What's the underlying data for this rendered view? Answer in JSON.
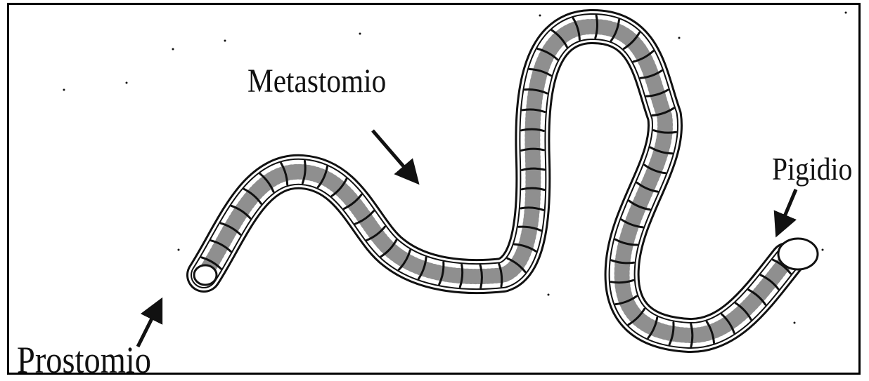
{
  "labels": {
    "metastomio": "Metastomio",
    "pigidio": "Pigidio",
    "prostomio": "Prostomio"
  },
  "colors": {
    "ink": "#111111",
    "stipple": "#333333",
    "background": "#ffffff"
  },
  "icons": {
    "worm": "segmented-worm-illustration",
    "arrows": "pointer-arrow"
  }
}
